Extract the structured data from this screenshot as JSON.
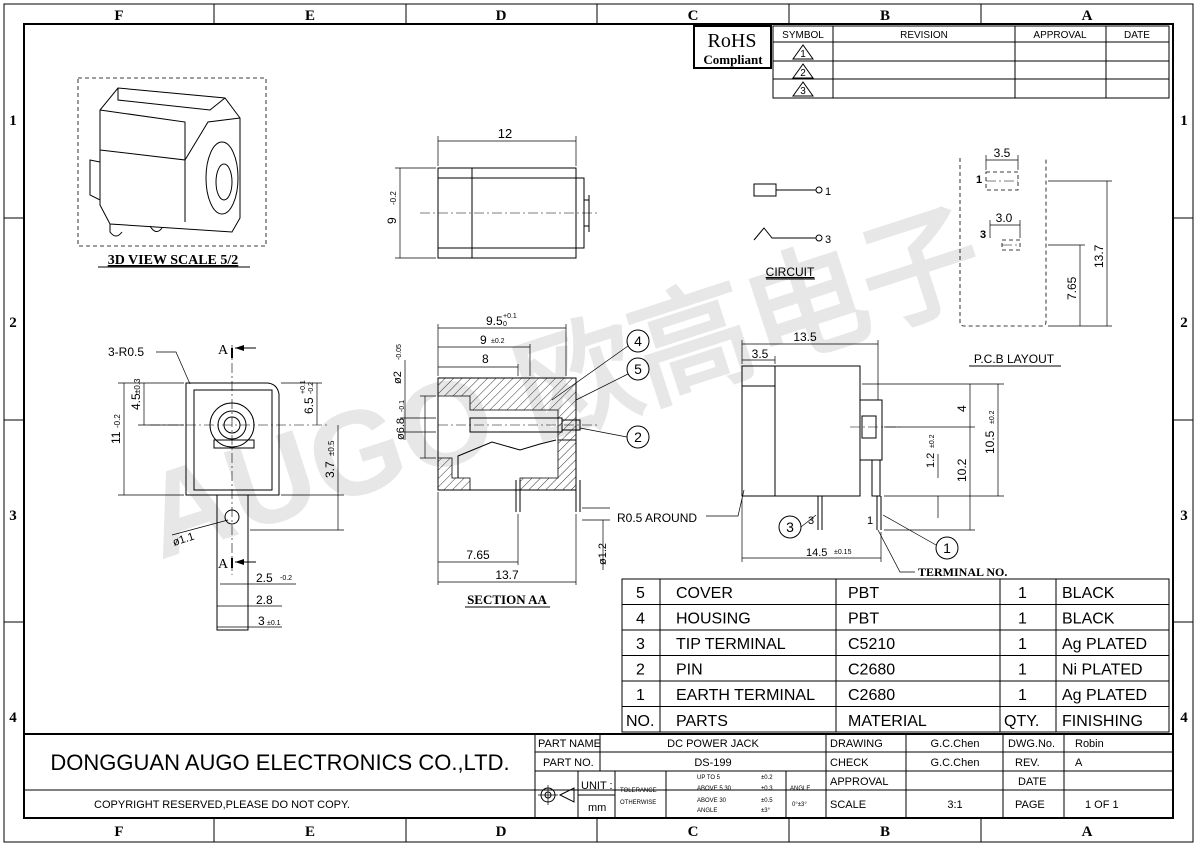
{
  "zones": {
    "columns": [
      "F",
      "E",
      "D",
      "C",
      "B",
      "A"
    ],
    "rows": [
      "1",
      "2",
      "3",
      "4"
    ]
  },
  "rohs": {
    "line1": "RoHS",
    "line2": "Compliant"
  },
  "revision_table": {
    "headers": [
      "SYMBOL",
      "REVISION",
      "APPROVAL",
      "DATE"
    ],
    "symbols": [
      "1",
      "2",
      "3"
    ]
  },
  "views": {
    "view3d_label": "3D VIEW SCALE 5/2",
    "section_label": "SECTION AA",
    "circuit_label": "CIRCUIT",
    "pcb_label": "P.C.B LAYOUT",
    "terminal_no": "TERMINAL NO.",
    "round_note": "R0.5  AROUND",
    "radius_note": "3-R0.5",
    "section_mark": "A",
    "watermark": "AUGO 欧高电子"
  },
  "dims": {
    "d12": "12",
    "d9": "9",
    "tol_9": "-0.2",
    "d95": "9.5",
    "tol_95a": "+0.1",
    "tol_95b": "0",
    "d9b": "9",
    "tol_9b": "±0.2",
    "d8": "8",
    "d2": "ø2",
    "tol_2": "-0.05",
    "d68": "ø6.8",
    "tol_68": "-0.1",
    "d765": "7.65",
    "d137": "13.7",
    "d12b": "ø1.2",
    "d11": "11",
    "tol_11": "-0.2",
    "d45": "4.5",
    "tol_45": "±0.3",
    "d65": "6.5",
    "tol_65a": "+0.1",
    "tol_65b": "-0.2",
    "d37": "3.7",
    "tol_37": "±0.5",
    "d11b": "ø1.1",
    "d25": "2.5",
    "tol_25": "-0.2",
    "d28": "2.8",
    "d3": "3",
    "tol_3": "±0.1",
    "d135": "13.5",
    "d35": "3.5",
    "d4": "4",
    "d105": "10.5",
    "tol_105": "±0.2",
    "d102": "10.2",
    "d12c": "1.2",
    "tol_12c": "±0.2",
    "d145": "14.5",
    "tol_145": "±0.15",
    "pcb_35": "3.5",
    "pcb_30": "3.0",
    "pcb_765": "7.65",
    "pcb_137": "13.7",
    "pin1": "1",
    "pin3": "3",
    "circ1": "1",
    "circ3": "3"
  },
  "balloons": [
    "4",
    "5",
    "2",
    "3",
    "1"
  ],
  "bom": {
    "rows": [
      {
        "no": "5",
        "part": "COVER",
        "material": "PBT",
        "qty": "1",
        "finish": "BLACK"
      },
      {
        "no": "4",
        "part": "HOUSING",
        "material": "PBT",
        "qty": "1",
        "finish": "BLACK"
      },
      {
        "no": "3",
        "part": "TIP TERMINAL",
        "material": "C5210",
        "qty": "1",
        "finish": "Ag PLATED"
      },
      {
        "no": "2",
        "part": "PIN",
        "material": "C2680",
        "qty": "1",
        "finish": "Ni PLATED"
      },
      {
        "no": "1",
        "part": "EARTH TERMINAL",
        "material": "C2680",
        "qty": "1",
        "finish": "Ag PLATED"
      }
    ],
    "header": {
      "no": "NO.",
      "part": "PARTS",
      "material": "MATERIAL",
      "qty": "QTY.",
      "finish": "FINISHING"
    }
  },
  "title_block": {
    "company": "DONGGUAN AUGO ELECTRONICS CO.,LTD.",
    "copyright": "COPYRIGHT RESERVED,PLEASE DO NOT COPY.",
    "part_name_label": "PART NAME",
    "part_name": "DC POWER JACK",
    "part_no_label": "PART NO.",
    "part_no": "DS-199",
    "unit_label": "UNIT :",
    "unit": "mm",
    "tolerance_label": "TOLERANCE",
    "otherwise_label": "OTHERWISE",
    "tol_upto5": "UP TO 5",
    "tol_upto5_v": "±0.2",
    "tol_above5": "ABOVE 5  30",
    "tol_above5_v": "±0.3",
    "tol_above30": "ABOVE 30",
    "tol_above30_v": "±0.5",
    "tol_angle_small": "ANGLE",
    "tol_angle_v": "±3°",
    "angle_label": "ANGLE",
    "angle_value": "0°±3°",
    "drawing_label": "DRAWING",
    "drawing": "G.C.Chen",
    "check_label": "CHECK",
    "check": "G.C.Chen",
    "approval_label": "APPROVAL",
    "scale_label": "SCALE",
    "scale": "3:1",
    "dwgno_label": "DWG.No.",
    "dwgno": "Robin",
    "rev_label": "REV.",
    "rev": "A",
    "date_label": "DATE",
    "page_label": "PAGE",
    "page": "1 OF 1"
  }
}
